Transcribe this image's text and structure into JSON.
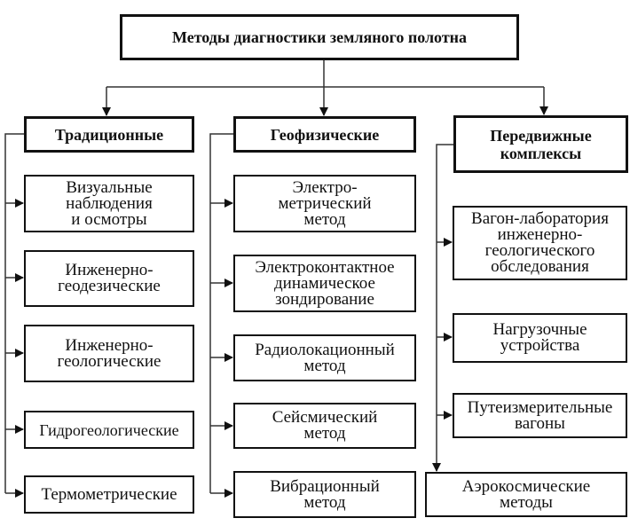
{
  "diagram": {
    "title": "Методы диагностики земляного полотна",
    "categories": [
      {
        "id": "traditional",
        "label": "Традиционные",
        "items": [
          "Визуальные\nнаблюдения\nи осмотры",
          "Инженерно-\nгеодезические",
          "Инженерно-\nгеологические",
          "Гидрогеологические",
          "Термометрические"
        ]
      },
      {
        "id": "geophysical",
        "label": "Геофизические",
        "items": [
          "Электро-\nметрический\nметод",
          "Электроконтактное\nдинамическое\nзондирование",
          "Радиолокационный\nметод",
          "Сейсмический\nметод",
          "Вибрационный\nметод"
        ]
      },
      {
        "id": "mobile",
        "label": "Передвижные\nкомплексы",
        "items": [
          "Вагон-лаборатория\nинженерно-\nгеологического\nобследования",
          "Нагрузочные\nустройства",
          "Путеизмерительные\nвагоны",
          "Аэрокосмические\nметоды"
        ]
      }
    ],
    "colors": {
      "line": "#333333",
      "border": "#111111",
      "text": "#111111",
      "background": "#ffffff"
    }
  }
}
